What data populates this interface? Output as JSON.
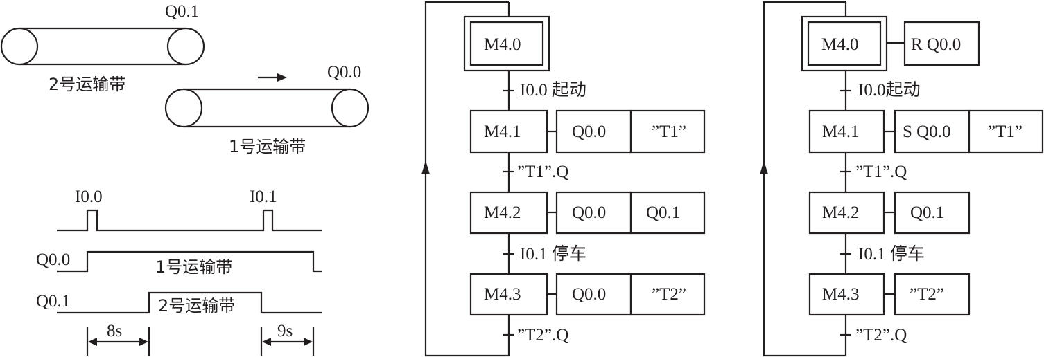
{
  "conveyor": {
    "belt2_output": "Q0.1",
    "belt2_label": "2号运输带",
    "belt1_output": "Q0.0",
    "belt1_label": "1号运输带"
  },
  "timing": {
    "start_input": "I0.0",
    "stop_input": "I0.1",
    "q00_label": "Q0.0",
    "q00_text": "1号运输带",
    "q01_label": "Q0.1",
    "q01_text": "2号运输带",
    "delay_start": "8s",
    "delay_stop": "9s"
  },
  "sfc_left": {
    "steps": [
      "M4.0",
      "M4.1",
      "M4.2",
      "M4.3"
    ],
    "actions": {
      "m41": [
        "Q0.0",
        "”T1”"
      ],
      "m42": [
        "Q0.0",
        "Q0.1"
      ],
      "m43": [
        "Q0.0",
        "”T2”"
      ]
    },
    "transitions": [
      "I0.0 起动",
      "”T1”.Q",
      "I0.1 停车",
      "”T2”.Q"
    ]
  },
  "sfc_right": {
    "steps": [
      "M4.0",
      "M4.1",
      "M4.2",
      "M4.3"
    ],
    "actions": {
      "m40": [
        "R Q0.0"
      ],
      "m41": [
        "S Q0.0",
        "”T1”"
      ],
      "m42": [
        "Q0.1"
      ],
      "m43": [
        "”T2”"
      ]
    },
    "transitions": [
      "I0.0起动",
      "”T1”.Q",
      "I0.1 停车",
      "”T2”.Q"
    ]
  }
}
